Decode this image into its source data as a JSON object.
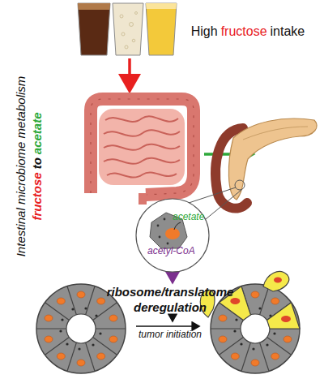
{
  "diagram": {
    "nodes": [
      {
        "text": [
          "acetate",
          "acetyl-CoA"
        ]
      }
    ],
    "labels": [
      "High",
      "fructose",
      "intake",
      "Intestinal microbiome metabolism",
      "fructose",
      "to",
      "acetate",
      "ribosome/translatome deregulation",
      "tumor initiation"
    ]
  }
}
